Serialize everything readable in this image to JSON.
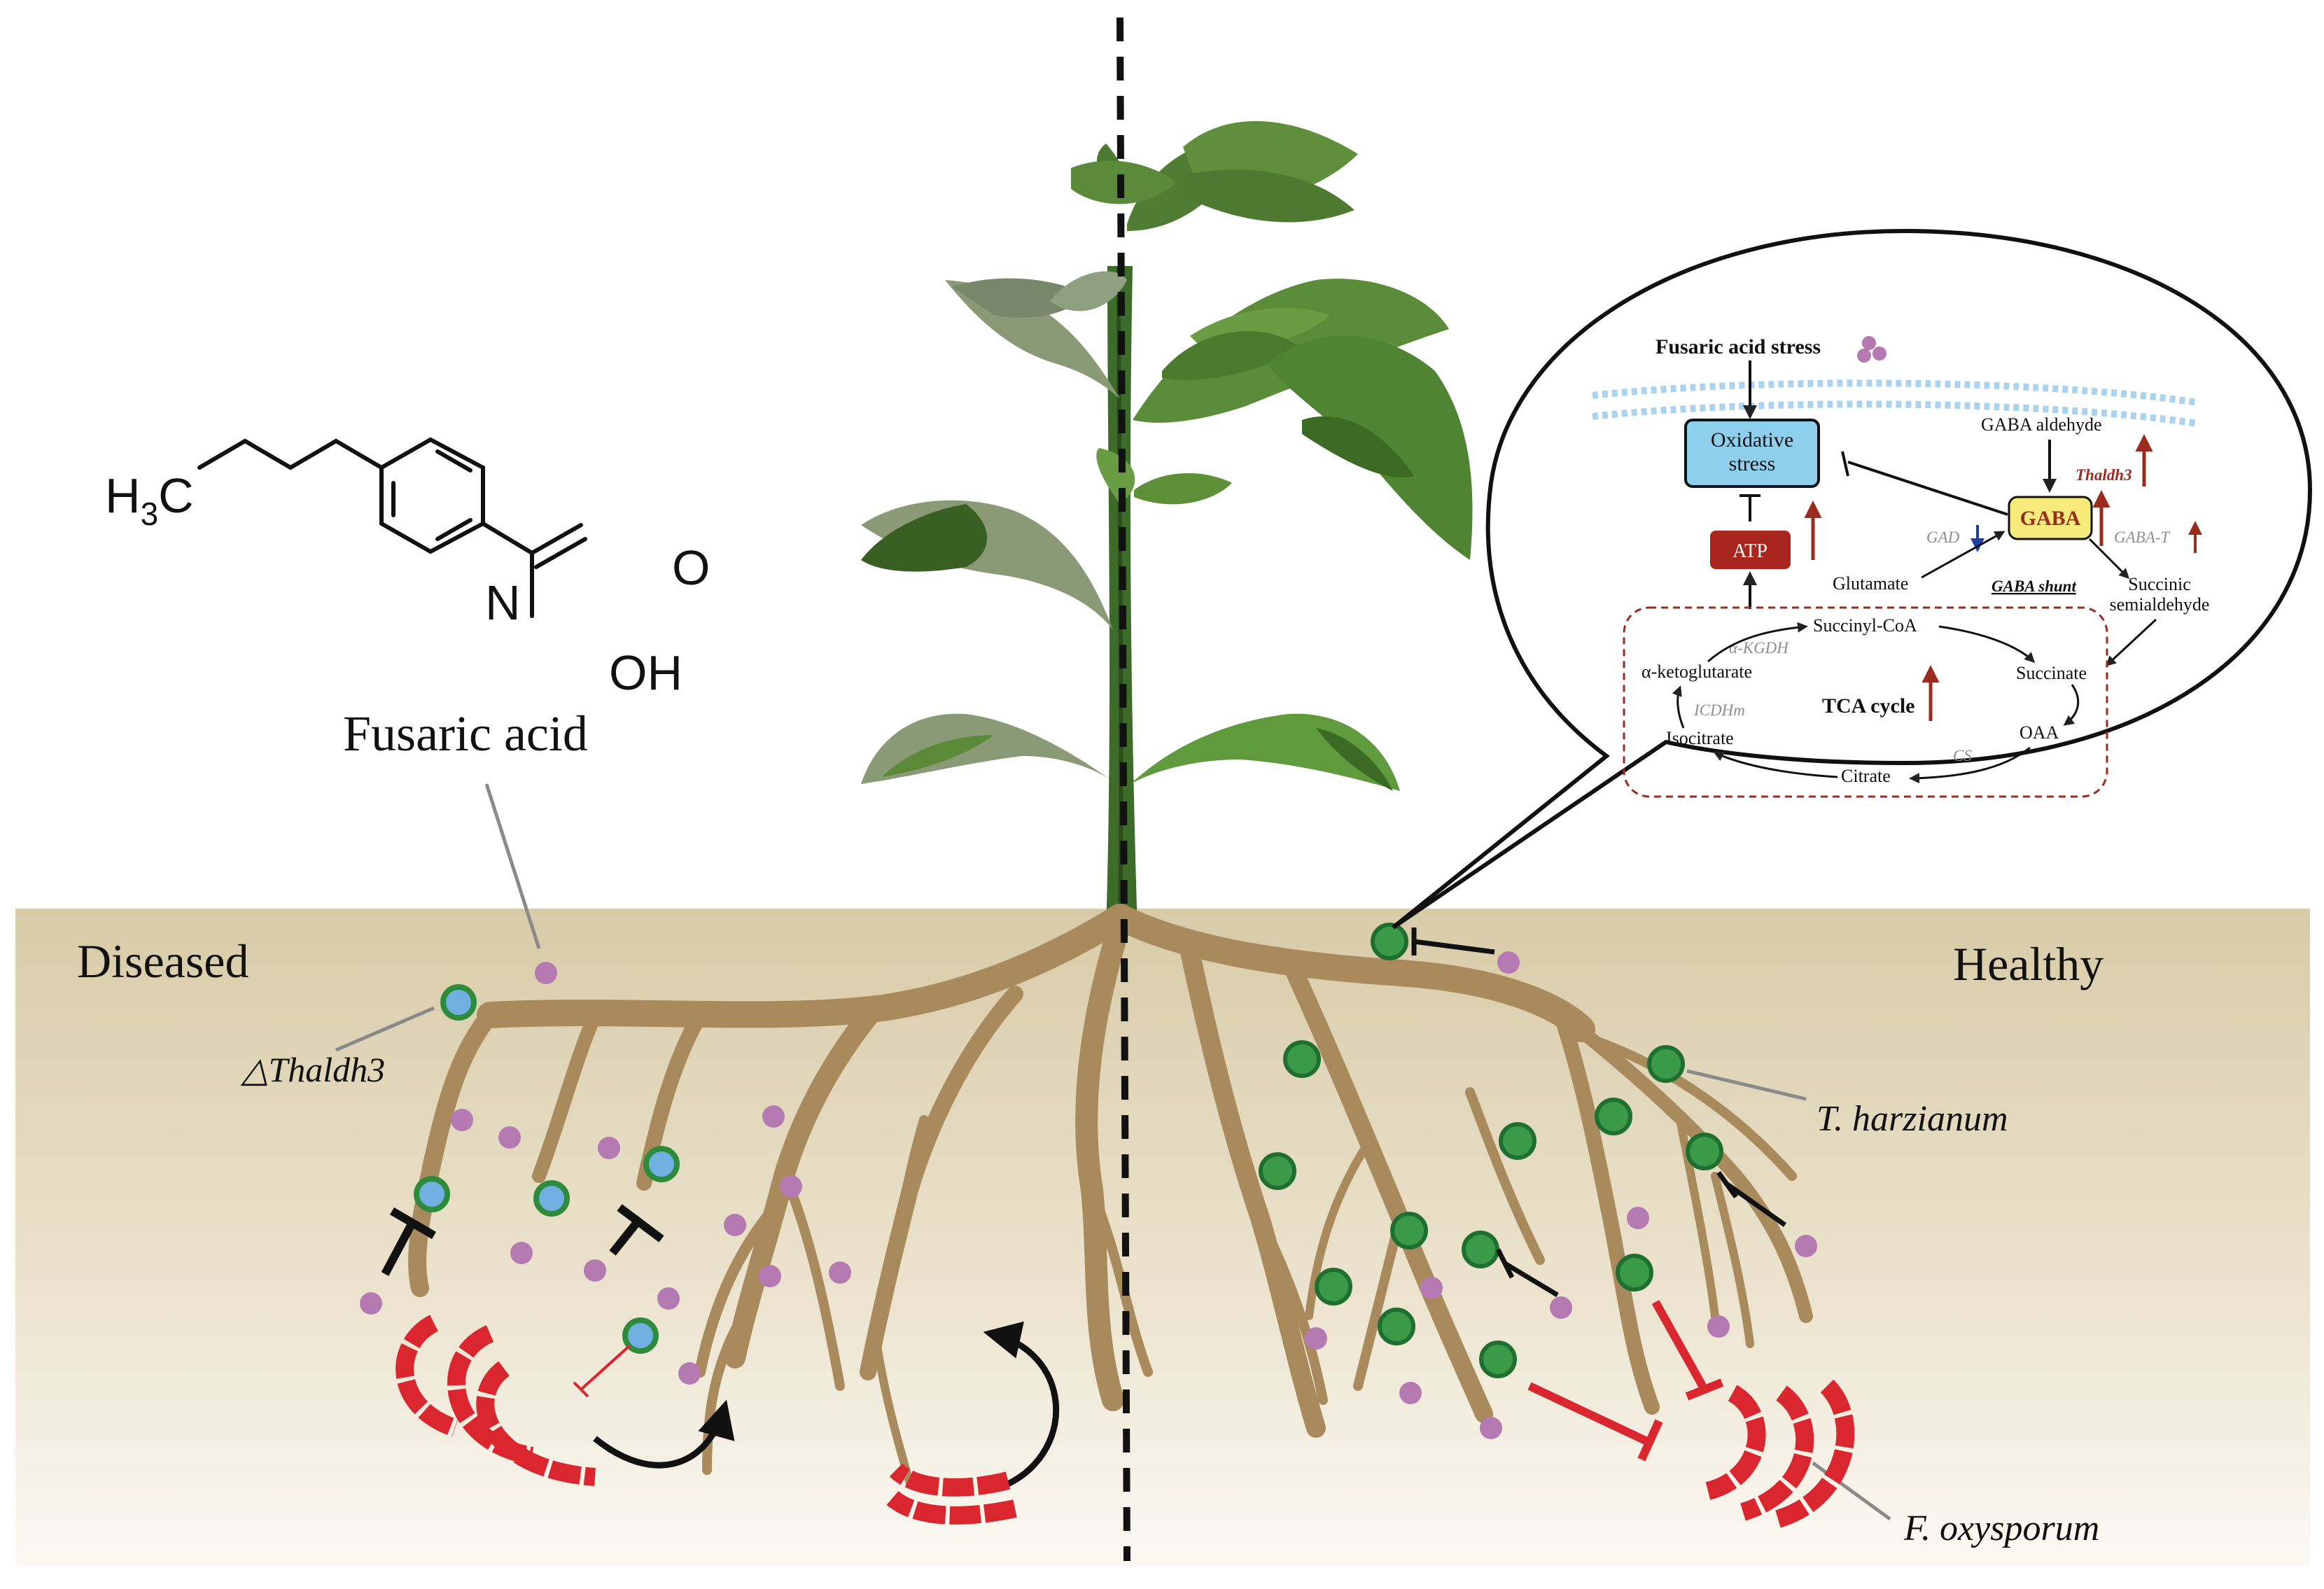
{
  "labels": {
    "fusaric_acid": "Fusaric acid",
    "diseased": "Diseased",
    "healthy": "Healthy",
    "mutant": "△Thaldh3",
    "t_harzianum": "T. harzianum",
    "f_oxysporum": "F. oxysporum"
  },
  "structure": {
    "h": "H",
    "sub3": "3",
    "c": "C",
    "n": "N",
    "o": "O",
    "oh": "OH"
  },
  "inset": {
    "fusaric_acid_stress": "Fusaric acid stress",
    "oxidative_stress_1": "Oxidative",
    "oxidative_stress_2": "stress",
    "atp": "ATP",
    "gaba": "GABA",
    "gaba_aldehyde": "GABA aldehyde",
    "thaldh3": "Thaldh3",
    "gad": "GAD",
    "gaba_t": "GABA-T",
    "glutamate": "Glutamate",
    "gaba_shunt": "GABA shunt",
    "succinic_1": "Succinic",
    "succinic_2": "semialdehyde",
    "succinyl_coa": "Succinyl-CoA",
    "a_kgdh": "α-KGDH",
    "a_ketoglutarate": "α-ketoglutarate",
    "succinate": "Succinate",
    "icdhm": "ICDHm",
    "tca_cycle": "TCA cycle",
    "isocitrate": "Isocitrate",
    "oaa": "OAA",
    "cs": "CS",
    "citrate": "Citrate"
  },
  "colors": {
    "soil_top": "#d9ccaa",
    "root": "#a98a5c",
    "stem": "#3d6b2a",
    "trichoderma": "#3a9a48",
    "mutant_core": "#6fb0e0",
    "fusaric_dot": "#b57ab2",
    "fusarium": "#d9262f",
    "up_arrow": "#9b2b1e",
    "down_arrow": "#1f3fa8"
  }
}
